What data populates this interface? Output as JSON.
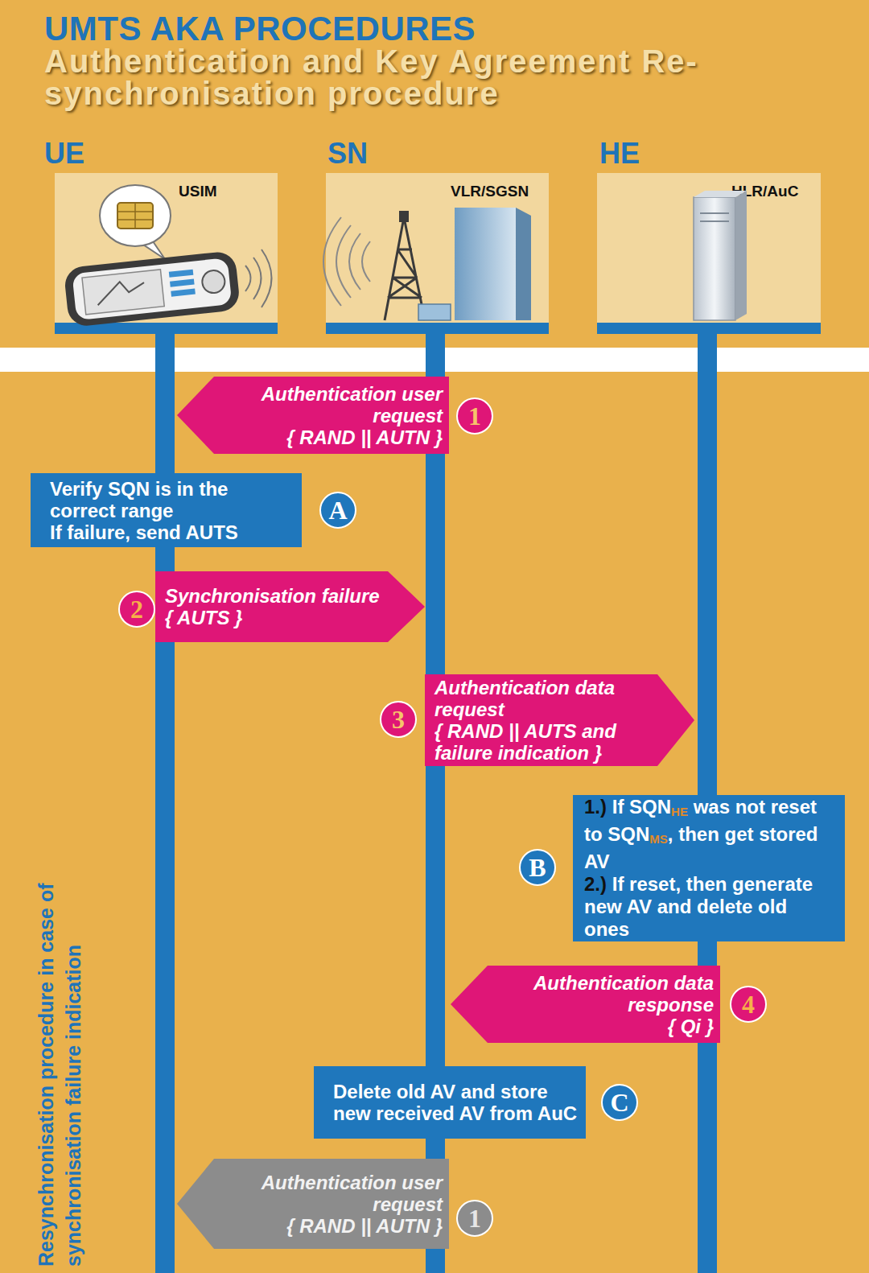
{
  "diagram": {
    "title": "UMTS AKA PROCEDURES",
    "nodes": [
      {
        "text": [
          "UE",
          "USIM"
        ]
      },
      {
        "text": [
          "SN",
          "VLR/SGSN"
        ]
      },
      {
        "text": [
          "HE",
          "HLR/AuC"
        ]
      },
      {
        "text": [
          "Authentication user request",
          "{ RAND || AUTN }"
        ]
      },
      {
        "text": [
          "Verify SQN is in the correct range",
          "If failure, send AUTS"
        ]
      },
      {
        "text": [
          "Synchronisation failure",
          "{ AUTS }"
        ]
      },
      {
        "text": [
          "Authentication data request",
          "{ RAND || AUTS and failure indication }"
        ]
      },
      {
        "text": [
          "1.)",
          "If SQN",
          "HE",
          "was not reset to SQN",
          "MS",
          ", then get stored AV",
          "2.)",
          "If reset, then generate new AV and delete old ones"
        ]
      },
      {
        "text": [
          "Authentication data response",
          "{ Qi }"
        ]
      },
      {
        "text": [
          "Delete old AV and store new received AV from AuC"
        ]
      },
      {
        "text": [
          "Authentication user request",
          "{ RAND || AUTN }"
        ]
      }
    ],
    "labels": [
      "Authentication and Key Agreement Re-synchronisation procedure",
      "1",
      "A",
      "2",
      "3",
      "B",
      "4",
      "C",
      "1",
      "Resynchronisation procedure in case of synchronisation failure indication"
    ]
  }
}
